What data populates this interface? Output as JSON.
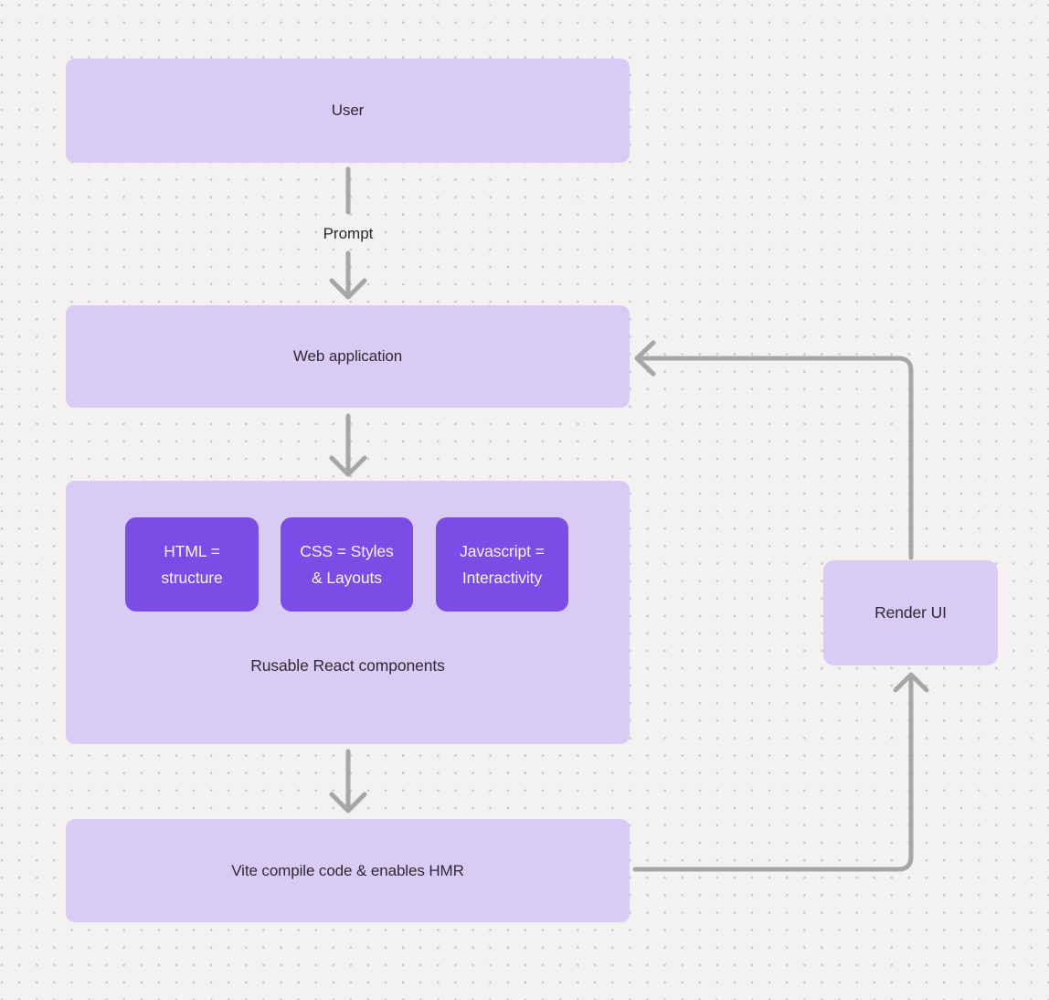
{
  "diagram": {
    "nodes": {
      "user": {
        "label": "User"
      },
      "web_app": {
        "label": "Web application"
      },
      "components_group": {
        "label": "Rusable React components",
        "children": [
          {
            "label": "HTML = structure"
          },
          {
            "label": "CSS = Styles & Layouts"
          },
          {
            "label": "Javascript = Interactivity"
          }
        ]
      },
      "vite": {
        "label": "Vite compile code & enables HMR"
      },
      "render_ui": {
        "label": "Render UI"
      }
    },
    "edges": [
      {
        "from": "user",
        "to": "web_app",
        "label": "Prompt"
      },
      {
        "from": "web_app",
        "to": "components_group",
        "label": ""
      },
      {
        "from": "components_group",
        "to": "vite",
        "label": ""
      },
      {
        "from": "vite",
        "to": "render_ui",
        "label": ""
      },
      {
        "from": "render_ui",
        "to": "web_app",
        "label": ""
      }
    ],
    "colors": {
      "background": "#f3f2f1",
      "dot": "#c6c4c3",
      "node_fill": "#d8ccf6",
      "chip_fill": "#7b4de6",
      "connector": "#a8a6a4",
      "text_dark": "#2c2a33",
      "text_light": "#f7f3fd"
    }
  }
}
